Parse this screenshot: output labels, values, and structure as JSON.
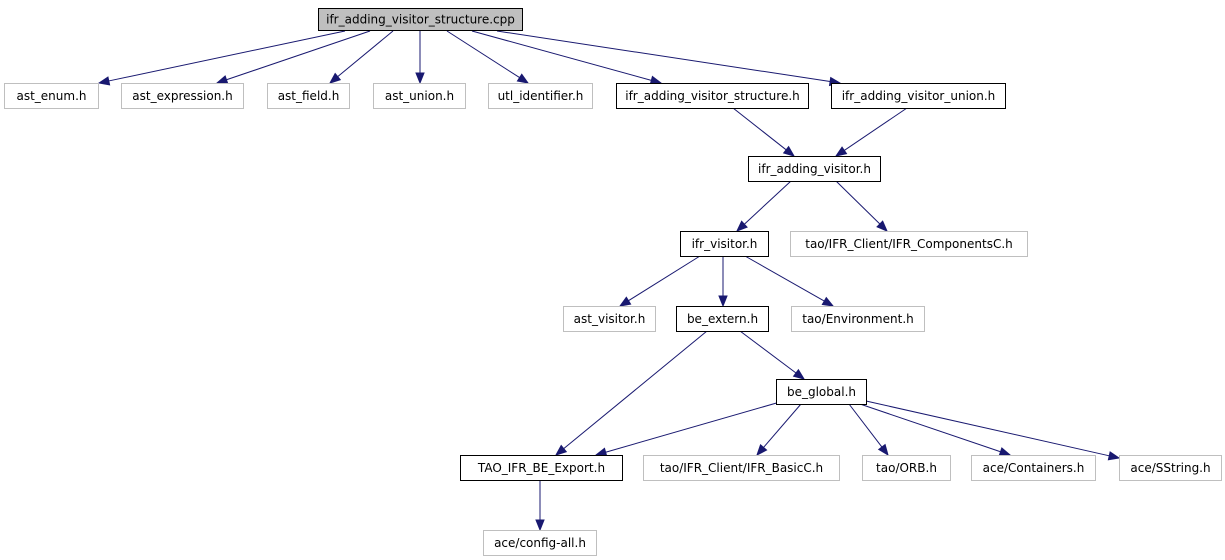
{
  "colors": {
    "edge": "#191970",
    "root_fill": "#bfbfbf",
    "documented_border": "#000000",
    "undocumented_border": "#bfbfbf",
    "node_fill": "#ffffff",
    "text": "#000000"
  },
  "nodes": [
    {
      "id": "root",
      "label": "ifr_adding_visitor_structure.cpp",
      "kind": "root"
    },
    {
      "id": "ast_enum",
      "label": "ast_enum.h",
      "kind": "undocumented"
    },
    {
      "id": "ast_expression",
      "label": "ast_expression.h",
      "kind": "undocumented"
    },
    {
      "id": "ast_field",
      "label": "ast_field.h",
      "kind": "undocumented"
    },
    {
      "id": "ast_union",
      "label": "ast_union.h",
      "kind": "undocumented"
    },
    {
      "id": "utl_identifier",
      "label": "utl_identifier.h",
      "kind": "undocumented"
    },
    {
      "id": "ifr_av_structure",
      "label": "ifr_adding_visitor_structure.h",
      "kind": "documented"
    },
    {
      "id": "ifr_av_union",
      "label": "ifr_adding_visitor_union.h",
      "kind": "documented"
    },
    {
      "id": "ifr_av",
      "label": "ifr_adding_visitor.h",
      "kind": "documented"
    },
    {
      "id": "ifr_visitor",
      "label": "ifr_visitor.h",
      "kind": "documented"
    },
    {
      "id": "ifr_componentsc",
      "label": "tao/IFR_Client/IFR_ComponentsC.h",
      "kind": "undocumented"
    },
    {
      "id": "ast_visitor",
      "label": "ast_visitor.h",
      "kind": "undocumented"
    },
    {
      "id": "be_extern",
      "label": "be_extern.h",
      "kind": "documented"
    },
    {
      "id": "tao_environment",
      "label": "tao/Environment.h",
      "kind": "undocumented"
    },
    {
      "id": "be_global",
      "label": "be_global.h",
      "kind": "documented"
    },
    {
      "id": "tao_ifr_be_export",
      "label": "TAO_IFR_BE_Export.h",
      "kind": "documented"
    },
    {
      "id": "ifr_basicc",
      "label": "tao/IFR_Client/IFR_BasicC.h",
      "kind": "undocumented"
    },
    {
      "id": "tao_orb",
      "label": "tao/ORB.h",
      "kind": "undocumented"
    },
    {
      "id": "ace_containers",
      "label": "ace/Containers.h",
      "kind": "undocumented"
    },
    {
      "id": "ace_sstring",
      "label": "ace/SString.h",
      "kind": "undocumented"
    },
    {
      "id": "ace_config_all",
      "label": "ace/config-all.h",
      "kind": "undocumented"
    }
  ],
  "edges": [
    [
      "root",
      "ast_enum"
    ],
    [
      "root",
      "ast_expression"
    ],
    [
      "root",
      "ast_field"
    ],
    [
      "root",
      "ast_union"
    ],
    [
      "root",
      "utl_identifier"
    ],
    [
      "root",
      "ifr_av_structure"
    ],
    [
      "root",
      "ifr_av_union"
    ],
    [
      "ifr_av_structure",
      "ifr_av"
    ],
    [
      "ifr_av_union",
      "ifr_av"
    ],
    [
      "ifr_av",
      "ifr_visitor"
    ],
    [
      "ifr_av",
      "ifr_componentsc"
    ],
    [
      "ifr_visitor",
      "ast_visitor"
    ],
    [
      "ifr_visitor",
      "be_extern"
    ],
    [
      "ifr_visitor",
      "tao_environment"
    ],
    [
      "be_extern",
      "tao_ifr_be_export"
    ],
    [
      "be_extern",
      "be_global"
    ],
    [
      "be_global",
      "tao_ifr_be_export"
    ],
    [
      "be_global",
      "ifr_basicc"
    ],
    [
      "be_global",
      "tao_orb"
    ],
    [
      "be_global",
      "ace_containers"
    ],
    [
      "be_global",
      "ace_sstring"
    ],
    [
      "tao_ifr_be_export",
      "ace_config_all"
    ]
  ]
}
